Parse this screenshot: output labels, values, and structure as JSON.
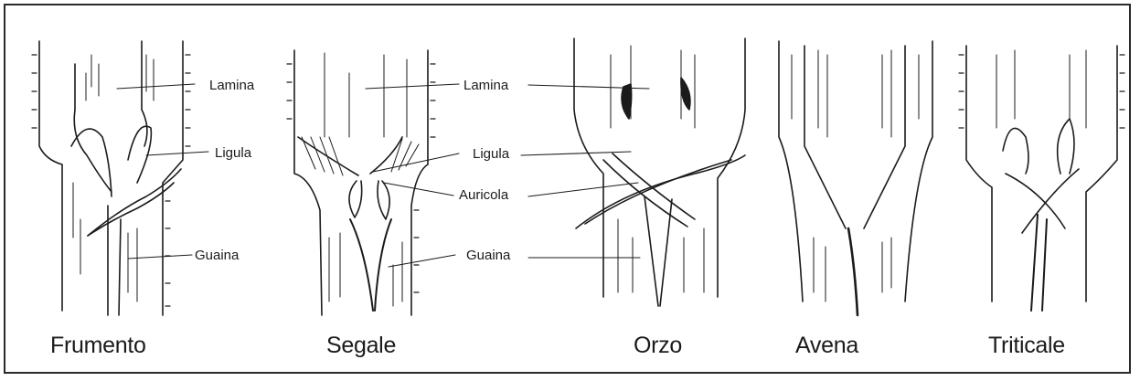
{
  "species": [
    {
      "name": "Frumento"
    },
    {
      "name": "Segale"
    },
    {
      "name": "Orzo"
    },
    {
      "name": "Avena"
    },
    {
      "name": "Triticale"
    }
  ],
  "labels": {
    "lamina_1": "Lamina",
    "ligula_1": "Ligula",
    "guaina_1": "Guaina",
    "lamina_2": "Lamina",
    "ligula_2": "Ligula",
    "auricola": "Auricola",
    "guaina_2": "Guaina"
  },
  "colors": {
    "ink": "#1b1b1b",
    "background": "#ffffff",
    "frame": "#2a2a2a"
  }
}
